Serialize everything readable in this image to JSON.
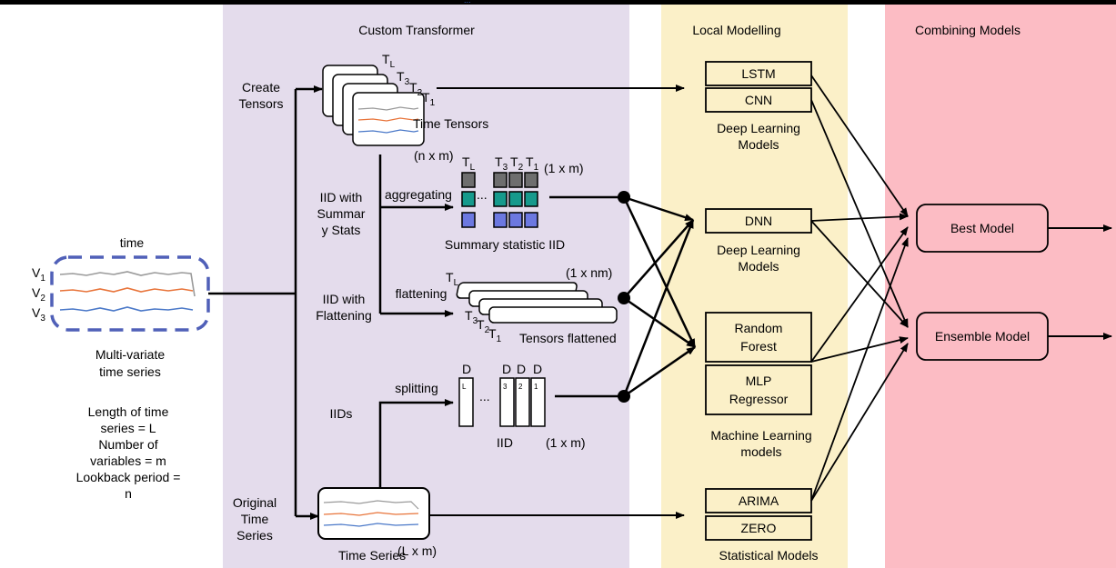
{
  "header_fragment": "...",
  "sections": {
    "custom_transformer": "Custom Transformer",
    "local_modelling": "Local Modelling",
    "combining_models": "Combining Models"
  },
  "input": {
    "time_label": "time",
    "var1": "V",
    "var1_sub": "1",
    "var2": "V",
    "var2_sub": "2",
    "var3": "V",
    "var3_sub": "3",
    "caption_line1": "Multi-variate",
    "caption_line2": "time series",
    "notes": [
      "Length of time",
      "series = L",
      "Number of",
      "variables = m",
      "Lookback period =",
      "n"
    ]
  },
  "branches": {
    "create_tensors": [
      "Create",
      "Tensors"
    ],
    "iid_summary": [
      "IID with",
      "Summar",
      "y Stats"
    ],
    "iid_flatten": [
      "IID with",
      "Flattening"
    ],
    "iids": "IIDs",
    "original": [
      "Original",
      "Time",
      "Series"
    ]
  },
  "ops": {
    "aggregating": "aggregating",
    "flattening": "flattening",
    "splitting": "splitting"
  },
  "tensors": {
    "time_tensors": "Time Tensors",
    "tl": "T",
    "tl_sub": "L",
    "t3": "T",
    "t3_sub": "3",
    "t2": "T",
    "t2_sub": "2",
    "t1": "T",
    "t1_sub": "1",
    "dim_nm": "(n x m)",
    "dim_1m": "(1 x m)",
    "summary_caption": "Summary statistic IID",
    "dim_1nm": "(1 x nm)",
    "flattened_caption": "Tensors flattened",
    "d_label": "D",
    "d_sub_l": "L",
    "d_sub_3": "3",
    "d_sub_2": "2",
    "d_sub_1": "1",
    "iid_caption": "IID",
    "dim_1m_b": "(1 x m)",
    "ts_caption": "Time Series",
    "dim_lm": "(L x m)",
    "ellipsis": "..."
  },
  "models": {
    "lstm": "LSTM",
    "cnn": "CNN",
    "dl_group1": [
      "Deep Learning",
      "Models"
    ],
    "dnn": "DNN",
    "dl_group2": [
      "Deep Learning",
      "Models"
    ],
    "rf": [
      "Random",
      "Forest"
    ],
    "mlp": [
      "MLP",
      "Regressor"
    ],
    "ml_group": [
      "Machine Learning",
      "models"
    ],
    "arima": "ARIMA",
    "zero": "ZERO",
    "stat_group": "Statistical Models"
  },
  "outputs": {
    "best": "Best Model",
    "ensemble": "Ensemble Model"
  },
  "colors": {
    "transformer_bg": "#e4dcec",
    "local_bg": "#fbf0c8",
    "combine_bg": "#fcbcc4",
    "dashed_border": "#5060b8",
    "series_gray": "#9a9a9a",
    "series_orange": "#e8743a",
    "series_blue": "#4a78c8",
    "cell_gray": "#6e6e6e",
    "cell_teal": "#169a8c",
    "cell_blue": "#6c78e0"
  }
}
